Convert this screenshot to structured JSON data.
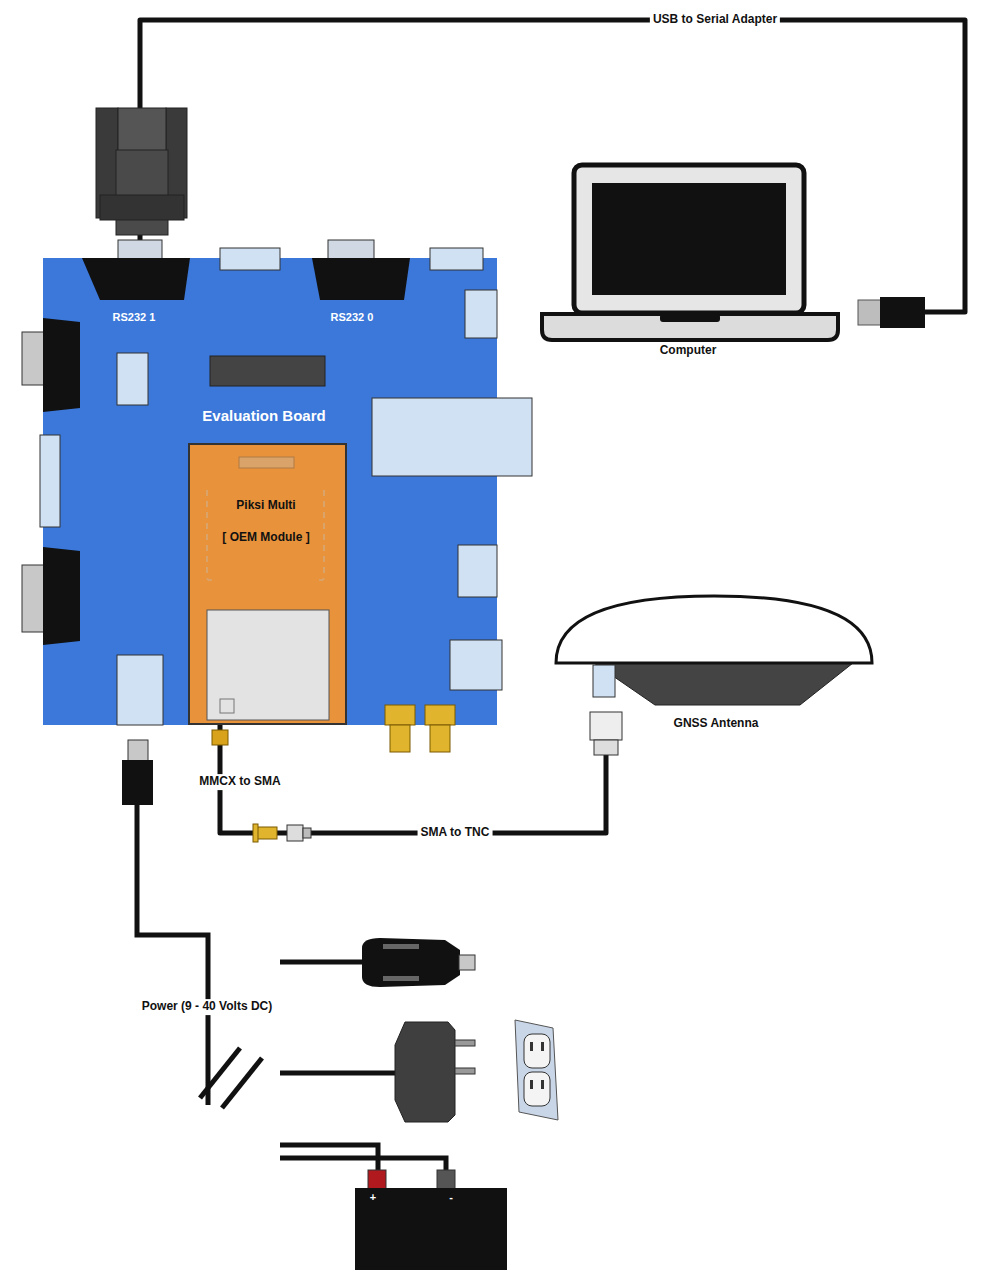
{
  "diagram": {
    "nodes": [
      {
        "text": [
          "Evaluation Board"
        ]
      },
      {
        "text": [
          "Piksi Multi",
          "[ OEM Module ]"
        ],
        "in": 0
      },
      {
        "text": [
          "Computer"
        ]
      },
      {
        "text": [
          "GNSS Antenna"
        ]
      }
    ],
    "edges": [
      {
        "from": 0,
        "to": 2,
        "arrow": "none",
        "label": "USB to Serial Adapter"
      },
      {
        "from": 1,
        "to": 3,
        "arrow": "none",
        "label": "SMA to TNC"
      }
    ],
    "labels": [
      "RS232 1",
      "RS232 0",
      "MMCX to SMA",
      "Power (9 - 40 Volts DC)",
      "+",
      "-"
    ]
  }
}
